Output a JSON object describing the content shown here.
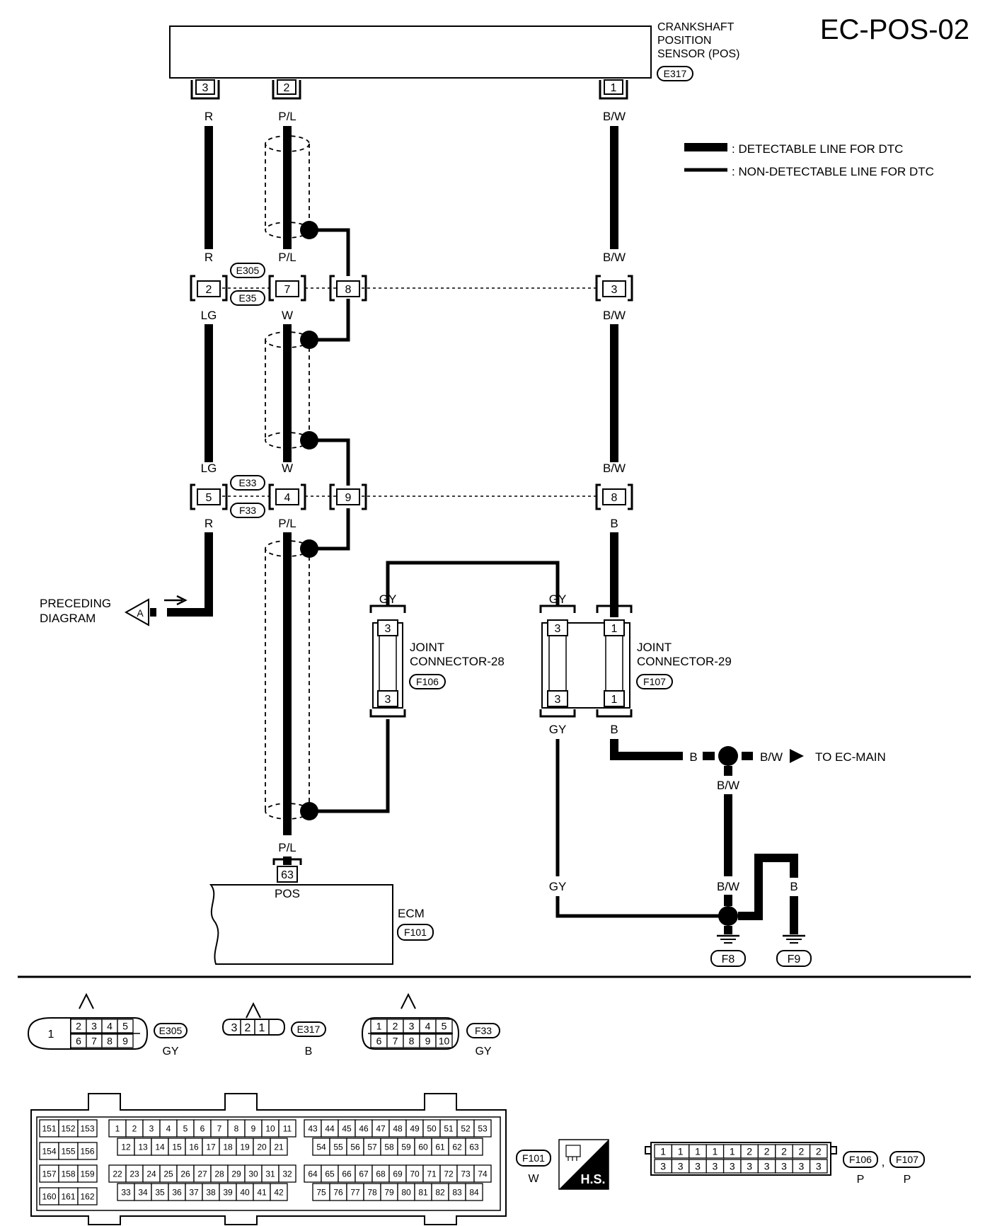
{
  "page_code": "EC-POS-02",
  "sensor": {
    "name_lines": [
      "CRANKSHAFT",
      "POSITION",
      "SENSOR (POS)"
    ],
    "connector": "E317",
    "pins": [
      "3",
      "2",
      "1"
    ]
  },
  "legend": {
    "detectable": ": DETECTABLE LINE FOR DTC",
    "non_detectable": ": NON-DETECTABLE LINE FOR DTC"
  },
  "wires": {
    "r": "R",
    "pl": "P/L",
    "bw": "B/W",
    "lg": "LG",
    "w": "W",
    "b": "B",
    "gy": "GY"
  },
  "junction1": {
    "upper_connector": "E305",
    "lower_connector": "E35",
    "pins": [
      "2",
      "7",
      "8",
      "3"
    ]
  },
  "junction2": {
    "upper_connector": "E33",
    "lower_connector": "F33",
    "pins": [
      "5",
      "4",
      "9",
      "8"
    ]
  },
  "preceding": {
    "lines": [
      "PRECEDING",
      "DIAGRAM"
    ],
    "marker": "A"
  },
  "joint28": {
    "lines": [
      "JOINT",
      "CONNECTOR-28"
    ],
    "connector": "F106",
    "top_pin": "3",
    "bottom_pin": "3"
  },
  "joint29": {
    "lines": [
      "JOINT",
      "CONNECTOR-29"
    ],
    "connector": "F107",
    "pins": [
      "3",
      "1",
      "3",
      "1"
    ]
  },
  "to_main": "TO EC-MAIN",
  "ecm": {
    "name": "ECM",
    "connector": "F101",
    "pin": "63",
    "pin_label": "POS"
  },
  "grounds": [
    "F8",
    "F9"
  ],
  "connector_views": {
    "e305": {
      "id": "E305",
      "color": "GY",
      "big_pin": "1",
      "top_row": [
        "2",
        "3",
        "4",
        "5"
      ],
      "bottom_row": [
        "6",
        "7",
        "8",
        "9"
      ]
    },
    "e317": {
      "id": "E317",
      "color": "B",
      "pins": [
        "3",
        "2",
        "1"
      ]
    },
    "f33": {
      "id": "F33",
      "color": "GY",
      "top_row": [
        "1",
        "2",
        "3",
        "4",
        "5"
      ],
      "bottom_row": [
        "6",
        "7",
        "8",
        "9",
        "10"
      ]
    },
    "f101": {
      "id": "F101",
      "color": "W",
      "badge": "H.S.",
      "left_block": [
        [
          "151",
          "152",
          "153"
        ],
        [
          "154",
          "155",
          "156"
        ],
        [
          "157",
          "158",
          "159"
        ],
        [
          "160",
          "161",
          "162"
        ]
      ],
      "mid_row1": [
        "1",
        "2",
        "3",
        "4",
        "5",
        "6",
        "7",
        "8",
        "9",
        "10",
        "11"
      ],
      "mid_row2": [
        "12",
        "13",
        "14",
        "15",
        "16",
        "17",
        "18",
        "19",
        "20",
        "21"
      ],
      "mid_row3": [
        "22",
        "23",
        "24",
        "25",
        "26",
        "27",
        "28",
        "29",
        "30",
        "31",
        "32"
      ],
      "mid_row4": [
        "33",
        "34",
        "35",
        "36",
        "37",
        "38",
        "39",
        "40",
        "41",
        "42"
      ],
      "right_row1": [
        "43",
        "44",
        "45",
        "46",
        "47",
        "48",
        "49",
        "50",
        "51",
        "52",
        "53"
      ],
      "right_row2": [
        "54",
        "55",
        "56",
        "57",
        "58",
        "59",
        "60",
        "61",
        "62",
        "63"
      ],
      "right_row3": [
        "64",
        "65",
        "66",
        "67",
        "68",
        "69",
        "70",
        "71",
        "72",
        "73",
        "74"
      ],
      "right_row4": [
        "75",
        "76",
        "77",
        "78",
        "79",
        "80",
        "81",
        "82",
        "83",
        "84"
      ]
    },
    "f106_f107": {
      "ids": [
        "F106",
        "F107"
      ],
      "separator": ",",
      "color": "P",
      "top_row": [
        "1",
        "1",
        "1",
        "1",
        "1",
        "2",
        "2",
        "2",
        "2",
        "2"
      ],
      "bottom_row": [
        "3",
        "3",
        "3",
        "3",
        "3",
        "3",
        "3",
        "3",
        "3",
        "3"
      ]
    }
  }
}
